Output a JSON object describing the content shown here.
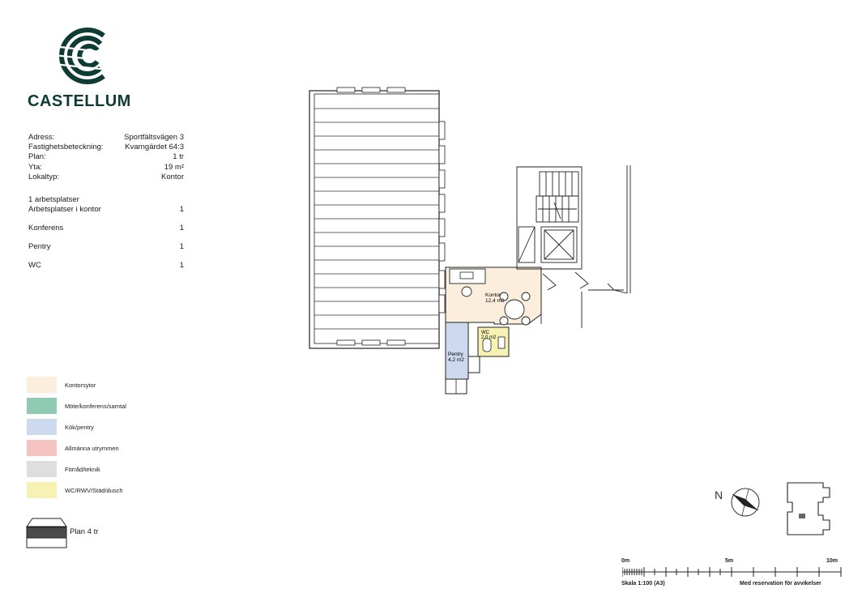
{
  "brand": {
    "name": "CASTELLUM",
    "color": "#0e3b33"
  },
  "info": {
    "rows": [
      {
        "label": "Adress:",
        "value": "Sportfältsvägen 3"
      },
      {
        "label": "Fastighetsbeteckning:",
        "value": "Kvarngärdet 64:3"
      },
      {
        "label": "Plan:",
        "value": "1 tr"
      },
      {
        "label": "Yta:",
        "value": "19 m²"
      },
      {
        "label": "Lokaltyp:",
        "value": "Kontor"
      }
    ]
  },
  "seats": {
    "heading": "1 arbetsplatser",
    "rows": [
      {
        "label": "Arbetsplatser i kontor",
        "value": "1"
      },
      {
        "label": "Konferens",
        "value": "1"
      },
      {
        "label": "Pentry",
        "value": "1"
      },
      {
        "label": "WC",
        "value": "1"
      }
    ]
  },
  "legend": [
    {
      "label": "Kontorsytor",
      "color": "#fbeedd"
    },
    {
      "label": "Möte/konferens/samtal",
      "color": "#8ecbb2"
    },
    {
      "label": "Kök/pentry",
      "color": "#cdd9ef"
    },
    {
      "label": "Allmänna utrymmen",
      "color": "#f6c3c1"
    },
    {
      "label": "Förråd/teknik",
      "color": "#dedede"
    },
    {
      "label": "WC/RWV/Städ/dusch",
      "color": "#f7f2b4"
    }
  ],
  "plan": {
    "label": "Plan 4 tr"
  },
  "rooms": {
    "office_name": "Kontor",
    "office_area": "12,4 m2",
    "wc_name": "WC",
    "wc_area": "2,0 m2",
    "pentry_name": "Pentry",
    "pentry_area": "4,2 m2"
  },
  "compass": {
    "north": "N"
  },
  "scale": {
    "t0": "0m",
    "t5": "5m",
    "t10": "10m",
    "scale_label": "Skala 1:100 (A3)",
    "reservation": "Med reservation för avvikelser"
  }
}
